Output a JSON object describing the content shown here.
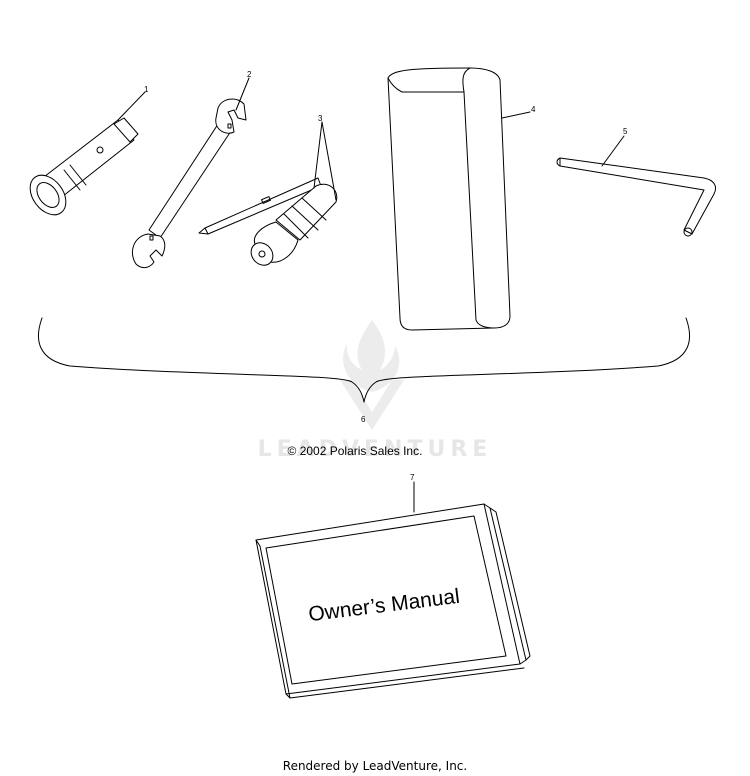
{
  "watermark": {
    "text": "LEADVENTURE"
  },
  "callouts": {
    "c1": "1",
    "c2": "2",
    "c3": "3",
    "c4": "4",
    "c5": "5",
    "c6": "6",
    "c7": "7"
  },
  "copyright": "© 2002 Polaris Sales Inc.",
  "manual": {
    "cover_title": "Owner’s Manual"
  },
  "footer": "Rendered by LeadVenture, Inc.",
  "parts": [
    {
      "callout": "1",
      "icon": "spark-plug-socket-wrench-icon"
    },
    {
      "callout": "2",
      "icon": "open-end-wrench-icon"
    },
    {
      "callout": "3",
      "icon": "screwdriver-icon"
    },
    {
      "callout": "4",
      "icon": "tool-pouch-icon"
    },
    {
      "callout": "5",
      "icon": "hex-key-icon"
    },
    {
      "callout": "6",
      "icon": "tool-kit-brace-icon"
    },
    {
      "callout": "7",
      "icon": "owners-manual-icon"
    }
  ],
  "colors": {
    "line": "#000000",
    "background": "#ffffff",
    "watermark": "#e6e6e6"
  }
}
